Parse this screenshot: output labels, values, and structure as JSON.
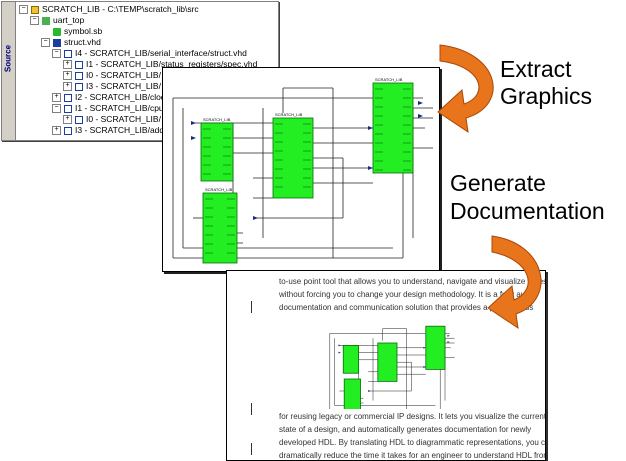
{
  "source_tree": {
    "tab_label": "Source",
    "rows": [
      {
        "toggle": "⊟",
        "icon": "root",
        "label": "SCRATCH_LIB - C:\\TEMP\\scratch_lib\\src",
        "indent": 0
      },
      {
        "toggle": "⊟",
        "icon": "top",
        "label": "uart_top",
        "indent": 1
      },
      {
        "toggle": "",
        "icon": "sym",
        "label": "symbol.sb",
        "indent": 2
      },
      {
        "toggle": "⊟",
        "icon": "file",
        "label": "struct.vhd",
        "indent": 2
      },
      {
        "toggle": "⊟",
        "icon": "inst",
        "label": "I4 - SCRATCH_LIB/serial_interface/struct.vhd",
        "indent": 3
      },
      {
        "toggle": "⊞",
        "icon": "inst",
        "label": "I1 - SCRATCH_LIB/status_registers/spec.vhd",
        "indent": 4
      },
      {
        "toggle": "⊞",
        "icon": "inst",
        "label": "I0 - SCRATCH_LIB/",
        "indent": 4
      },
      {
        "toggle": "⊞",
        "icon": "inst",
        "label": "I3 - SCRATCH_LIB/",
        "indent": 4
      },
      {
        "toggle": "⊞",
        "icon": "inst",
        "label": "I2 - SCRATCH_LIB/cloc",
        "indent": 3
      },
      {
        "toggle": "⊟",
        "icon": "inst",
        "label": "I1 - SCRATCH_LIB/cpu",
        "indent": 3
      },
      {
        "toggle": "⊞",
        "icon": "inst",
        "label": "I0 - SCRATCH_LIB/",
        "indent": 4
      },
      {
        "toggle": "⊞",
        "icon": "inst",
        "label": "I3 - SCRATCH_LIB/add",
        "indent": 3
      }
    ]
  },
  "captions": {
    "extract_line1": "Extract",
    "extract_line2": "Graphics",
    "generate_line1": "Generate",
    "generate_line2": "Documentation"
  },
  "schematic": {
    "block_title": "SCRATCH_LIB",
    "block_color": "#22ee22"
  },
  "document": {
    "lines_top": [
      "to-use point tool that allows you to understand, navigate and visualize a design",
      "without forcing you to change your design methodology. It is a fully au",
      "documentation and communication solution that provides a push-bu          ess"
    ],
    "lines_bottom": [
      "for reusing legacy or commercial IP designs. It lets you visualize the current",
      "state of a design, and automatically generates documentation for newly",
      "developed HDL. By translating HDL to diagrammatic representations, you can",
      "dramatically reduce the time it takes for an engineer to understand HDL from a"
    ]
  },
  "colors": {
    "arrow": "#e8741b",
    "arrow_dark": "#a84808",
    "wire": "#222222"
  }
}
